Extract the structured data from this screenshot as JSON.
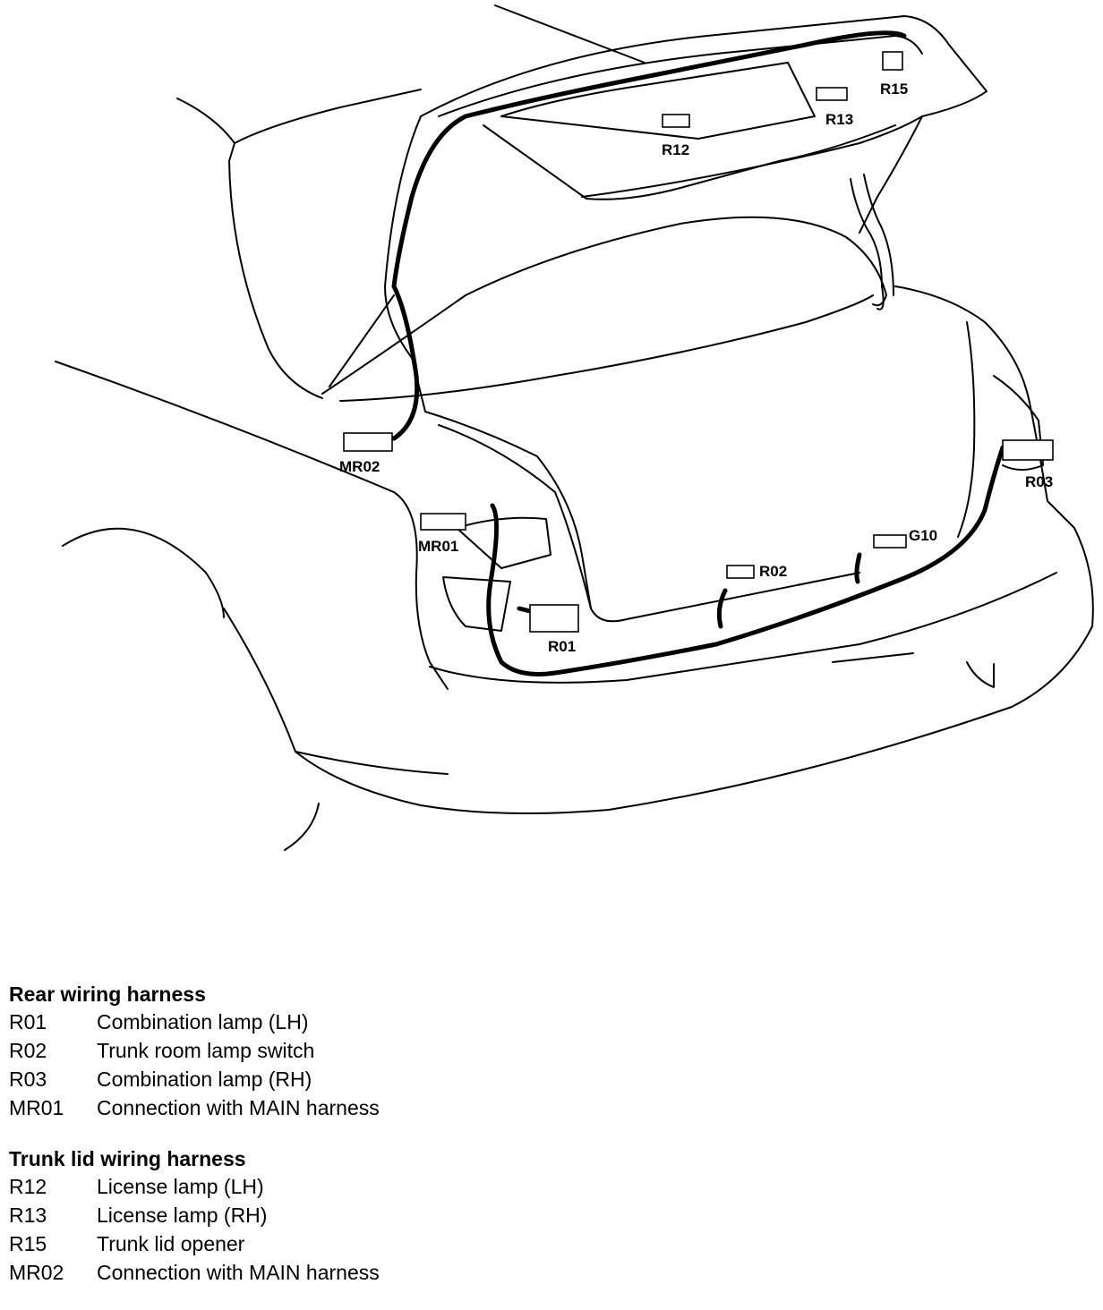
{
  "callouts": {
    "r15": "R15",
    "r13": "R13",
    "r12": "R12",
    "mr02": "MR02",
    "mr01": "MR01",
    "r03": "R03",
    "g10": "G10",
    "r02": "R02",
    "r01": "R01"
  },
  "legend": {
    "rear": {
      "title": "Rear wiring harness",
      "items": [
        {
          "code": "R01",
          "desc": "Combination lamp (LH)"
        },
        {
          "code": "R02",
          "desc": "Trunk room lamp switch"
        },
        {
          "code": "R03",
          "desc": "Combination lamp (RH)"
        },
        {
          "code": "MR01",
          "desc": "Connection with MAIN harness"
        }
      ]
    },
    "lid": {
      "title": "Trunk lid wiring harness",
      "items": [
        {
          "code": "R12",
          "desc": "License lamp (LH)"
        },
        {
          "code": "R13",
          "desc": "License lamp (RH)"
        },
        {
          "code": "R15",
          "desc": "Trunk lid opener"
        },
        {
          "code": "MR02",
          "desc": "Connection with MAIN harness"
        }
      ]
    }
  }
}
